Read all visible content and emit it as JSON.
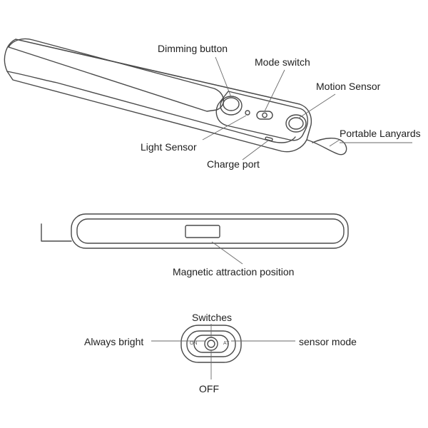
{
  "labels": {
    "dimming_button": "Dimming button",
    "mode_switch": "Mode switch",
    "motion_sensor": "Motion Sensor",
    "portable_lanyards": "Portable Lanyards",
    "light_sensor": "Light Sensor",
    "charge_port": "Charge port",
    "magnetic_attraction": "Magnetic attraction position",
    "switches": "Switches",
    "always_bright": "Always bright",
    "sensor_mode": "sensor mode",
    "off": "OFF"
  },
  "switch_marks": {
    "on": "ON",
    "auto": "AT"
  },
  "colors": {
    "stroke": "#4a4a4a",
    "leader": "#6a6a6a",
    "text": "#1e1e1e"
  }
}
